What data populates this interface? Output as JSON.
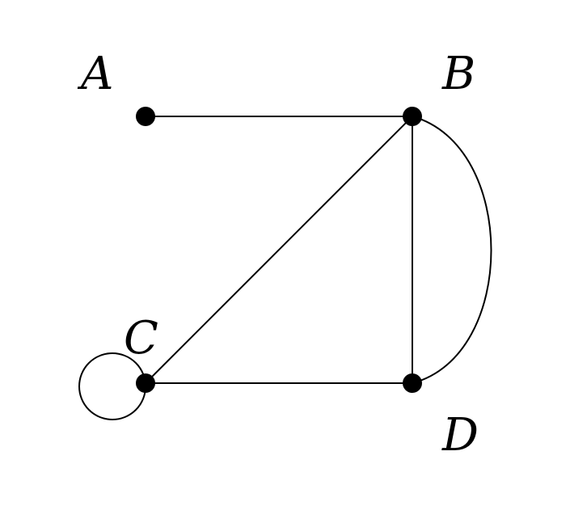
{
  "graph": {
    "vertices": [
      {
        "id": "A",
        "label": "A"
      },
      {
        "id": "B",
        "label": "B"
      },
      {
        "id": "C",
        "label": "C"
      },
      {
        "id": "D",
        "label": "D"
      }
    ],
    "edges": [
      {
        "from": "A",
        "to": "B",
        "kind": "straight"
      },
      {
        "from": "B",
        "to": "C",
        "kind": "straight"
      },
      {
        "from": "B",
        "to": "D",
        "kind": "straight"
      },
      {
        "from": "B",
        "to": "D",
        "kind": "curved"
      },
      {
        "from": "C",
        "to": "D",
        "kind": "straight"
      },
      {
        "from": "C",
        "to": "C",
        "kind": "loop"
      }
    ],
    "colors": {
      "stroke": "#000000",
      "node": "#000000",
      "background": "#ffffff"
    }
  }
}
